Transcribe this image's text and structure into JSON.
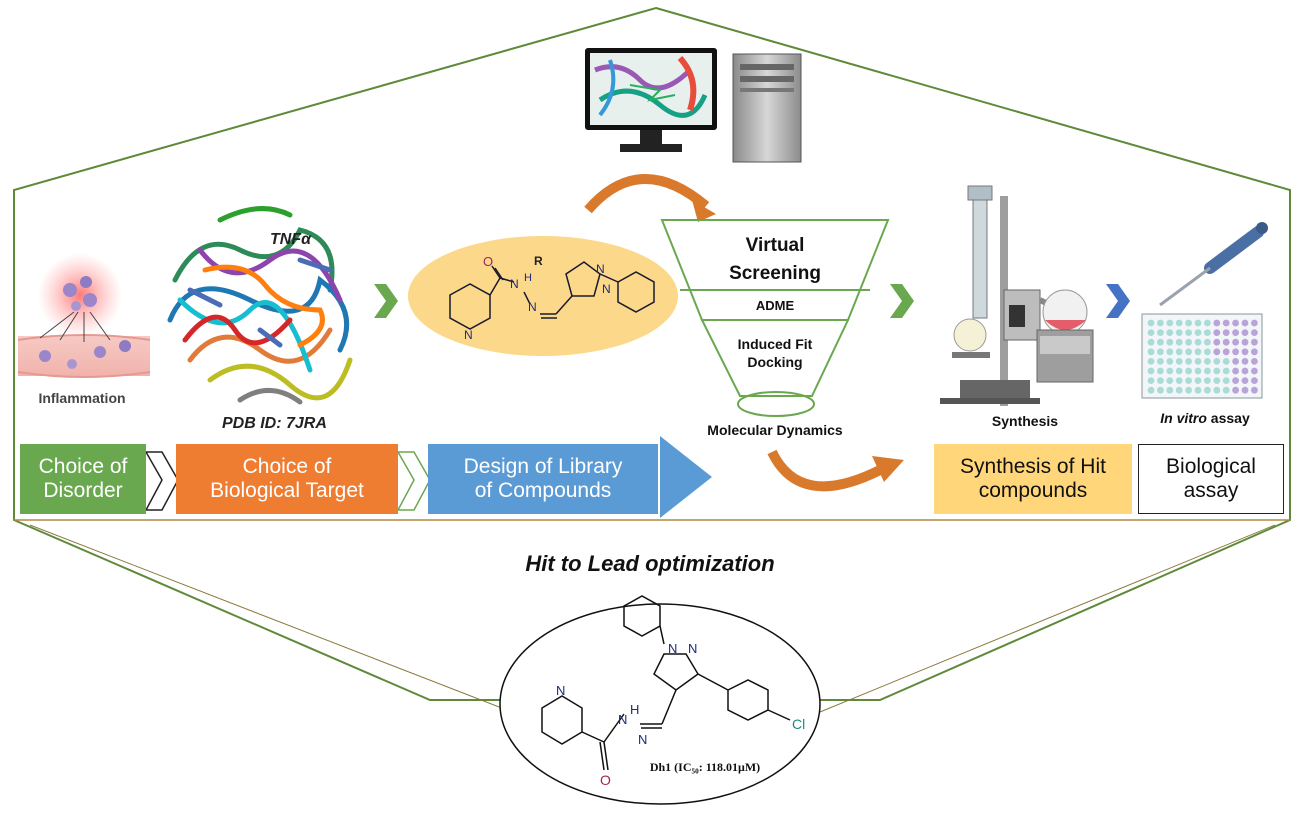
{
  "labels": {
    "inflammation": "Inflammation",
    "tnf": "TNFα",
    "pdb": "PDB ID: 7JRA",
    "molecular_dynamics": "Molecular Dynamics",
    "synthesis": "Synthesis",
    "invitro_italic": "In vitro",
    "invitro_rest": " assay",
    "hit_to_lead": "Hit to Lead optimization",
    "compound_caption": "Dh1 (IC₅₀: 118.01μM)"
  },
  "funnel": {
    "level1_line1": "Virtual",
    "level1_line2": "Screening",
    "level2": "ADME",
    "level3_line1": "Induced Fit",
    "level3_line2": "Docking"
  },
  "steps": [
    {
      "line1": "Choice of",
      "line2": "Disorder",
      "color": "#6aa84f"
    },
    {
      "line1": "Choice of",
      "line2": "Biological Target",
      "color": "#ef7d31"
    },
    {
      "line1": "Design of Library",
      "line2": "of Compounds",
      "color": "#5b9bd5"
    },
    {
      "line1": "Synthesis of Hit",
      "line2": "compounds",
      "color": "#ffd77a"
    },
    {
      "line1": "Biological",
      "line2": "assay",
      "color": "#ffffff"
    }
  ],
  "chem": {
    "top_O": "O",
    "top_R": "R",
    "top_NH": "N",
    "top_H": "H",
    "top_N1": "N",
    "top_N2": "N",
    "top_N3": "N",
    "top_Npy": "N",
    "bot_N1": "N",
    "bot_N2": "N",
    "bot_H": "H",
    "bot_NH": "N",
    "bot_N3": "N",
    "bot_Npy": "N",
    "bot_O": "O",
    "bot_Cl": "Cl"
  },
  "colors": {
    "hexagon": "#5e8a3a",
    "chevron_green": "#6aa84f",
    "chevron_blue": "#4472c4",
    "arrow_orange": "#d9792c",
    "funnel": "#6aa84f",
    "ellipse_fill": "#fcd88a"
  }
}
